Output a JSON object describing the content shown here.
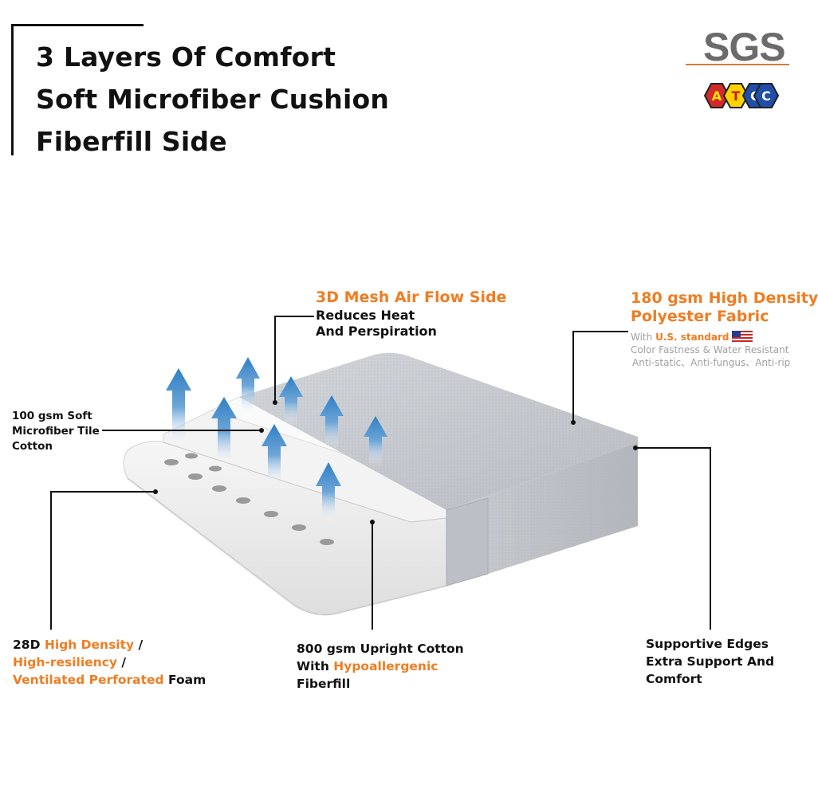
{
  "title": {
    "line1": "3 Layers Of Comfort",
    "line2": "Soft Microfiber Cushion",
    "line3": "Fiberfill Side"
  },
  "badges": {
    "sgs": "SGS",
    "atcc_letters": [
      "A",
      "T",
      "C",
      "C"
    ]
  },
  "callouts": {
    "mesh": {
      "heading": "3D Mesh Air Flow Side",
      "line1": "Reduces Heat",
      "line2": "And Perspiration"
    },
    "fabric": {
      "heading1": "180 gsm High Density",
      "heading2": "Polyester Fabric",
      "with_prefix": "With",
      "standard": "U.S. standard",
      "detail1": "Color Fastness & Water Resistant",
      "detail2": "Anti-static、Anti-fungus、Anti-rip"
    },
    "microfiber": {
      "line1": "100 gsm Soft",
      "line2": "Microfiber Tile",
      "line3": "Cotton"
    },
    "foam": {
      "prefix": "28D ",
      "high_density": "High Density",
      "slash1": " /",
      "high_resiliency": "High-resiliency",
      "slash2": " /",
      "ventilated": "Ventilated Perforated",
      "suffix": " Foam"
    },
    "cotton": {
      "line1": "800 gsm Upright Cotton",
      "with": "With ",
      "hypo": "Hypoallergenic",
      "line3": "Fiberfill"
    },
    "edges": {
      "heading": "Supportive Edges",
      "line1": "Extra Support And",
      "line2": "Comfort"
    }
  },
  "colors": {
    "accent": "#ef7d22",
    "text": "#111111",
    "arrow_blue": "#2f7fc4",
    "mesh_gray": "#c5c8cd",
    "foam_white": "#ececec"
  }
}
